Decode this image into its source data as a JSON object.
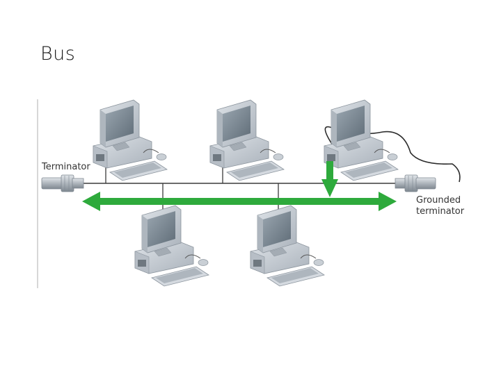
{
  "slide": {
    "title": "Bus"
  },
  "diagram": {
    "labels": {
      "terminator": "Terminator",
      "grounded_line1": "Grounded",
      "grounded_line2": "terminator"
    },
    "colors": {
      "bus_line": "#3a3a3a",
      "signal_arrow": "#2eaa3c",
      "monitor_body": "#c4cbd3",
      "screen": "#7c8a96",
      "connector": "#a9b0b7"
    }
  }
}
